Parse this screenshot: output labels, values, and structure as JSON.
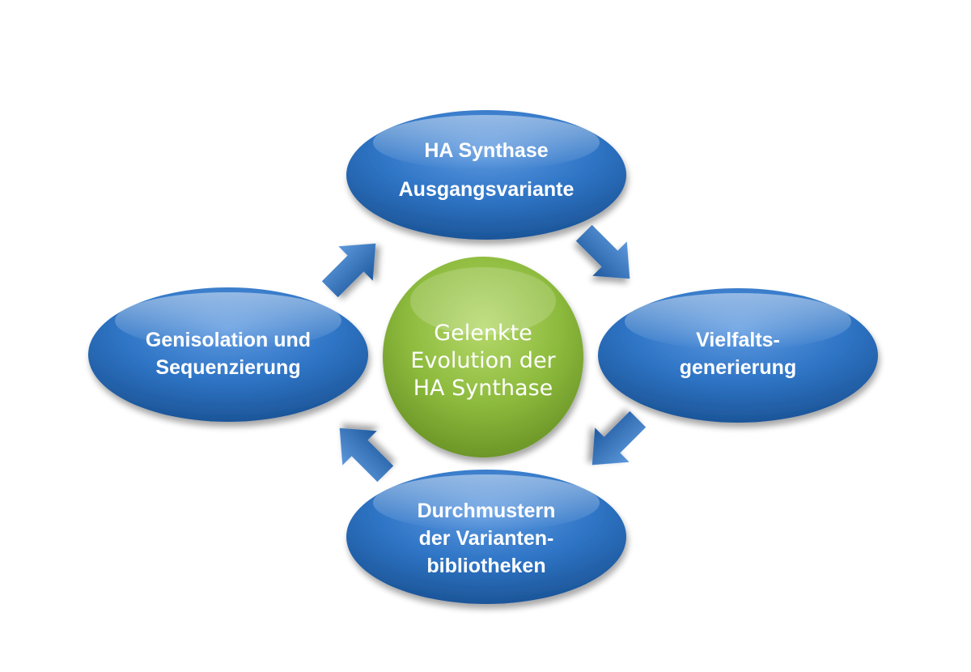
{
  "colors": {
    "oval_fill": "#2f75c6",
    "oval_dark": "#1f5a9f",
    "center_fill": "#8cba3c",
    "arrow_fill": "#2e6fbd",
    "text": "#ffffff"
  },
  "center": {
    "lines": [
      "Gelenkte",
      "Evolution der",
      "HA Synthase"
    ]
  },
  "nodes": {
    "top": {
      "lines": [
        "HA Synthase",
        "Ausgangsvariante"
      ]
    },
    "right": {
      "lines": [
        "Vielfalts-",
        "generierung"
      ]
    },
    "bottom": {
      "lines": [
        "Durchmustern",
        "der Varianten-",
        "bibliotheken"
      ]
    },
    "left": {
      "lines": [
        "Genisolation und",
        "Sequenzierung"
      ]
    }
  },
  "arrows": [
    {
      "from": "top",
      "to": "right",
      "direction": "down-right"
    },
    {
      "from": "right",
      "to": "bottom",
      "direction": "down-left"
    },
    {
      "from": "bottom",
      "to": "left",
      "direction": "up-left"
    },
    {
      "from": "left",
      "to": "top",
      "direction": "up-right"
    }
  ]
}
